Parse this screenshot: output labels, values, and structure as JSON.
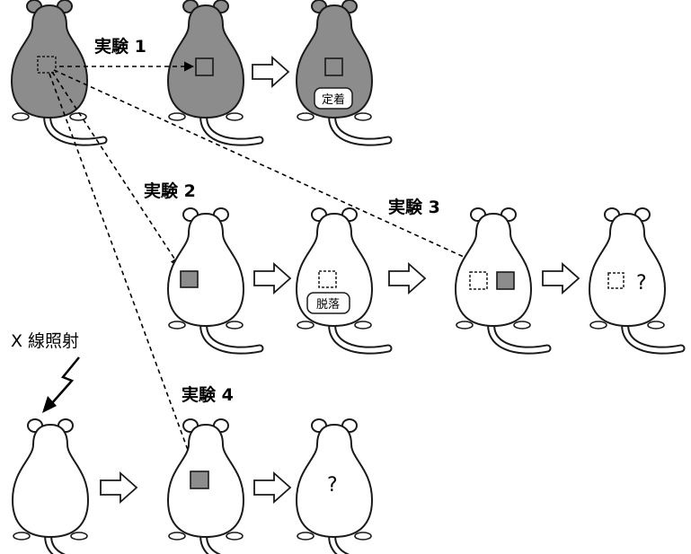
{
  "labels": {
    "experiment_1": "実験 1",
    "experiment_2": "実験 2",
    "experiment_3": "実験 3",
    "experiment_4": "実験 4",
    "xray": "X 線照射",
    "engrafted": "定着",
    "detached": "脱落",
    "question_mark": "?"
  },
  "colors": {
    "gray_mouse": "#8c8c8c",
    "white_mouse": "#ffffff",
    "graft": "#8c8c8c",
    "outline": "#1a1a1a"
  }
}
